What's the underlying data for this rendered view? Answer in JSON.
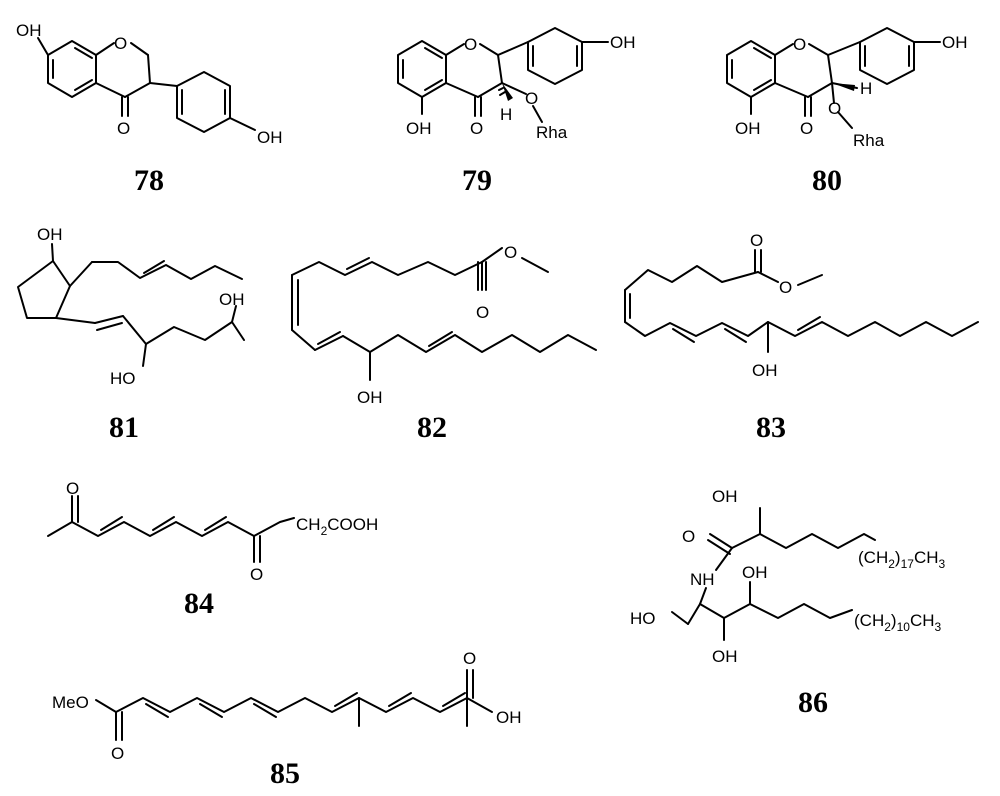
{
  "compounds": [
    {
      "id": "78",
      "labels": {
        "oh1": "OH",
        "o_ring": "O",
        "o_ket": "O",
        "oh2": "OH"
      }
    },
    {
      "id": "79",
      "labels": {
        "o_ring": "O",
        "oh_top": "OH",
        "oh_left": "OH",
        "o_ket": "O",
        "h": "H",
        "o_sub": "O",
        "rha": "Rha"
      }
    },
    {
      "id": "80",
      "labels": {
        "o_ring": "O",
        "oh_top": "OH",
        "oh_left": "OH",
        "o_ket": "O",
        "h": "H",
        "o_sub": "O",
        "rha": "Rha"
      }
    },
    {
      "id": "81",
      "labels": {
        "oh_top": "OH",
        "oh_right": "OH",
        "ho_bottom": "HO"
      }
    },
    {
      "id": "82",
      "labels": {
        "o_ester": "O",
        "o_carbonyl": "O",
        "oh": "OH"
      }
    },
    {
      "id": "83",
      "labels": {
        "o_carbonyl": "O",
        "o_ester": "O",
        "oh": "OH"
      }
    },
    {
      "id": "84",
      "labels": {
        "o_left": "O",
        "ch2": "CH",
        "ch2_sub": "2",
        "cooh": "COOH",
        "o_bottom": "O"
      }
    },
    {
      "id": "85",
      "labels": {
        "meo": "MeO",
        "o_left": "O",
        "o_top": "O",
        "oh": "OH"
      }
    },
    {
      "id": "86",
      "labels": {
        "oh_top": "OH",
        "o_amide": "O",
        "nh": "NH",
        "ch2a": "(CH",
        "ch2a_sub1": "2",
        "ch2a_close": ")",
        "ch2a_sub2": "17",
        "ch2a_ch3": "CH",
        "ch2a_sub3": "3",
        "oh_mid": "OH",
        "ho": "HO",
        "oh_bottom": "OH",
        "ch2b": "(CH",
        "ch2b_sub1": "2",
        "ch2b_close": ")",
        "ch2b_sub2": "10",
        "ch2b_ch3": "CH",
        "ch2b_sub3": "3"
      }
    }
  ]
}
